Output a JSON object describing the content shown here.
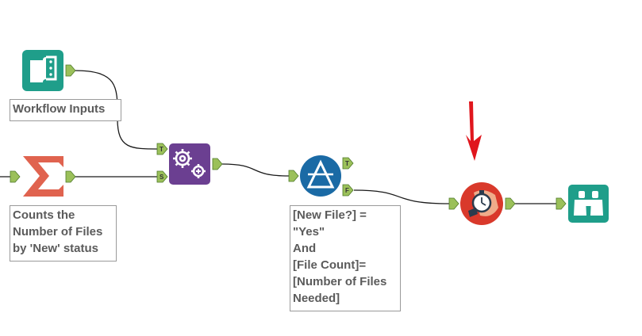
{
  "canvas": {
    "background": "#ffffff",
    "connection_color": "#1a1a1a",
    "anchor_color": "#9bc05a"
  },
  "tools": [
    {
      "id": "workflow-inputs",
      "icon": "book-icon",
      "color": "#1f9e8a"
    },
    {
      "id": "summarize",
      "icon": "sigma-icon",
      "color": "#e0634f"
    },
    {
      "id": "append-fields",
      "icon": "gears-icon",
      "color": "#6b3f91"
    },
    {
      "id": "filter",
      "icon": "filter-triangle-icon",
      "color": "#1a6aa5"
    },
    {
      "id": "test",
      "icon": "stopwatch-hand-icon",
      "color": "#d9392b"
    },
    {
      "id": "browse",
      "icon": "binoculars-icon",
      "color": "#1f9e8a"
    }
  ],
  "anchors": {
    "true_label": "T",
    "false_label": "F",
    "source_label": "S"
  },
  "annotations": {
    "workflow_inputs": [
      "Workflow Inputs"
    ],
    "summarize": [
      "Counts the",
      "Number of Files",
      "by 'New' status"
    ],
    "filter": [
      "[New File?] =",
      "\"Yes\"",
      "And",
      "[File Count]=",
      "[Number of Files",
      "Needed]"
    ]
  },
  "highlight": {
    "icon": "arrow-down-icon",
    "color": "#e0161d"
  }
}
